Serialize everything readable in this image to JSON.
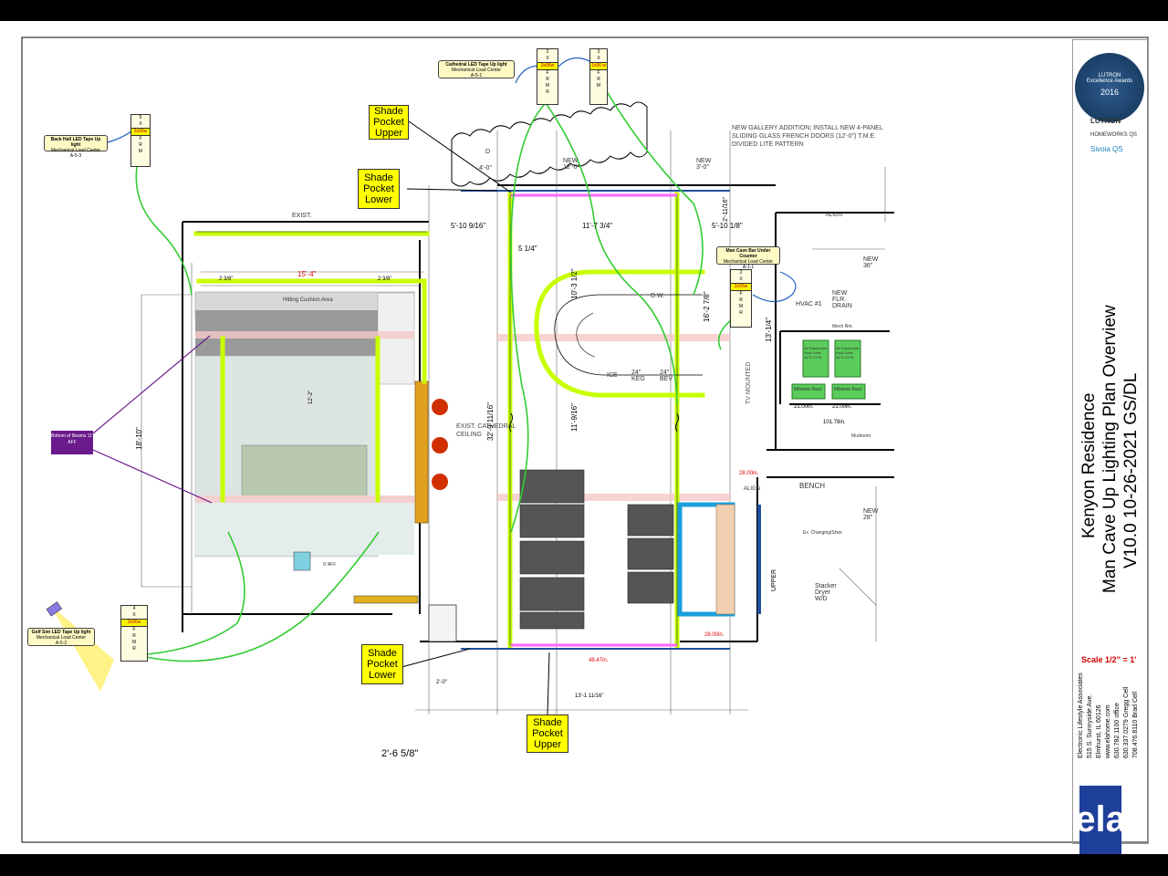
{
  "title": {
    "project": "Kenyon Residence",
    "drawing": "Man Cave Up Lighting Plan Overview",
    "version": "V10.0 10-26-2021 GS/DL",
    "scale": "Scale 1/2” = 1'"
  },
  "company": {
    "name": "Electronic Lifestyle Associates",
    "address": "515 S. Sunnyside Ave.",
    "city": "Elmhurst, IL 60126",
    "web": "www.elahome.com",
    "phone1": "630.782.1100 office",
    "phone2": "630.337.0279 Gregg Cell",
    "phone3": "708.476.8110 Brad Cell",
    "logo_text": "ela"
  },
  "badge": {
    "brand": "LUTRON",
    "text": "Excellence Awards",
    "year": "2016"
  },
  "brands": [
    "LUTRON",
    "HOMEWORKS QS",
    "Sivoia QS"
  ],
  "callouts": {
    "shade_upper_top": "Shade Pocket Upper",
    "shade_lower_top": "Shade Pocket Lower",
    "shade_lower_bottom": "Shade Pocket Lower",
    "shade_upper_bottom": "Shade Pocket Upper"
  },
  "tags": {
    "back_hall": {
      "title": "Back Hall LED Tape Up light",
      "sub": "Mechanical Load Center",
      "code": "A-5-3"
    },
    "cathedral": {
      "title": "Cathedral LED Tape Up light",
      "sub": "Mechanical Load Center",
      "code": "A-5-1"
    },
    "man_cave_bar": {
      "title": "Man Cave Bar Under Counter",
      "sub": "Mechanical Load Center",
      "code": "A-1-1"
    },
    "golf_sim": {
      "title": "Golf Sim LED Tape Up light",
      "sub": "Mechanical Load Center",
      "code": "A-5-2"
    }
  },
  "panels": {
    "load_label": "3x96w",
    "letters": [
      "F",
      "R",
      "M",
      "R"
    ],
    "x": "X",
    "numbers": {
      "p5": "5",
      "p2a": "2",
      "p3": "3",
      "p2b": "2",
      "p4": "4"
    },
    "p3_load": "1x96 w"
  },
  "beams_tag": "Bottom of Beams 11' AFF",
  "notes": {
    "gallery": "NEW GALLERY ADDITION; INSTALL NEW 4-PANEL SLIDING GLASS FRENCH DOORS (12'-0\") T.M.E. DIVIDED LITE PATTERN",
    "hitting": "Hitting Cushion Area",
    "exist": "EXIST.",
    "cathedral": "EXIST. CATHEDRAL CEILING",
    "tv": "TV MOUNTED",
    "hvac": "HVAC #1",
    "drain": "NEW FLR. DRAIN",
    "bench": "BENCH",
    "upper": "UPPER",
    "stacker": "Stacker Dryer W/D",
    "mudroom": "Mudroom",
    "mech": "Mech Rm.",
    "changing": "Ex. Changing/Shwr.",
    "ice": "ICE",
    "keg": "24\" KEG",
    "bev": "24\" BEV",
    "dw": "D.W.",
    "aff9": "9' AFF",
    "rack1": "AV Equipment Rack Area 36\"D 21\"W",
    "rack2": "AV Equipment Rack Area 36\"D 21\"W",
    "millwork1": "Millwork Rack",
    "millwork2": "Millwork Rack",
    "align1": "ALIGN",
    "align2": "ALIGN",
    "new36": "NEW 36\"",
    "new28": "NEW 28\"",
    "door_new1": "NEW 12'-0\"",
    "door_new2": "NEW 3'-0\"",
    "door_d1": "D",
    "door_d2": "4'-0\""
  },
  "dims": {
    "d1": "5'-10 9/16\"",
    "d2": "11'-7 3/4\"",
    "d3": "5'-10 1/8\"",
    "d4": "5 1/4\"",
    "d5": "10'-3 1/2\"",
    "d6": "16'-2 7/8\"",
    "d7": "13'-1/4\"",
    "d8": "32'-9 11/16\"",
    "d9": "11'-9/16\"",
    "d10": "15'-4\"",
    "d11": "2 3/8\"",
    "d12": "2 3/8\"",
    "d13": "18'-10\"",
    "d14": "2'-6 5/8\"",
    "d15": "13'-1 11/16\"",
    "d16": "2'-0\"",
    "d17": "28.00in.",
    "d18": "28.00in.",
    "d19": "48.47in.",
    "d20": "21.00in.",
    "d21": "21.00in.",
    "d22": "101.78in.",
    "d23": "12'-2\"",
    "d24": "2'-11/16\""
  }
}
